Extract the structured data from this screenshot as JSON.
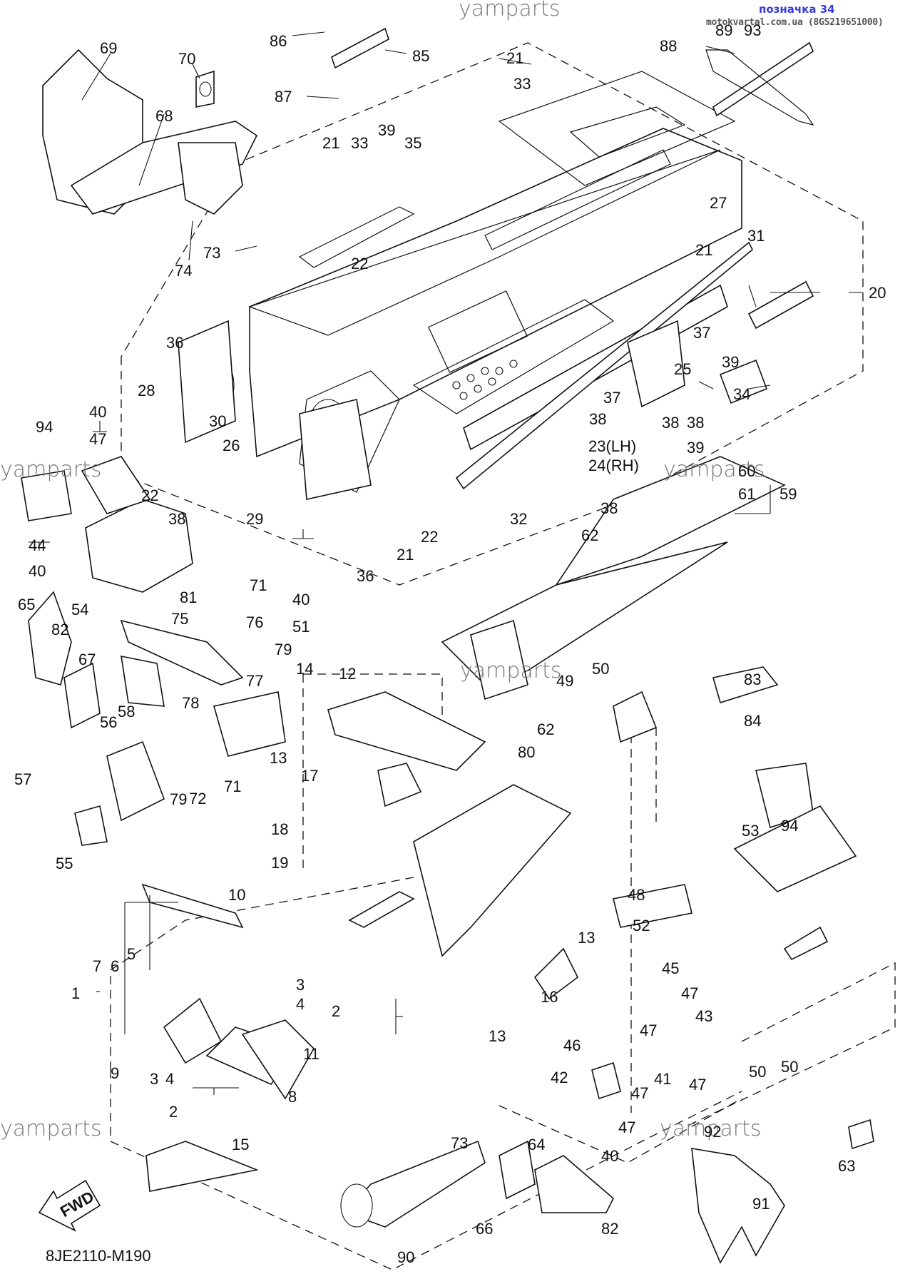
{
  "header": {
    "title": "позначка 34",
    "source": "motokvartal.com.ua (8GS219651000)"
  },
  "document_code": "8JE2110-M190",
  "fwd_label": "FWD",
  "watermark": "yamparts",
  "callouts": [
    {
      "id": "c86",
      "label": "86"
    },
    {
      "id": "c85",
      "label": "85"
    },
    {
      "id": "c87",
      "label": "87"
    },
    {
      "id": "c69",
      "label": "69"
    },
    {
      "id": "c70",
      "label": "70"
    },
    {
      "id": "c68",
      "label": "68"
    },
    {
      "id": "c73a",
      "label": "73"
    },
    {
      "id": "c74",
      "label": "74"
    },
    {
      "id": "c21a",
      "label": "21"
    },
    {
      "id": "c33a",
      "label": "33"
    },
    {
      "id": "c21b",
      "label": "21"
    },
    {
      "id": "c33b",
      "label": "33"
    },
    {
      "id": "c39a",
      "label": "39"
    },
    {
      "id": "c35",
      "label": "35"
    },
    {
      "id": "c88",
      "label": "88"
    },
    {
      "id": "c89",
      "label": "89"
    },
    {
      "id": "c93",
      "label": "93"
    },
    {
      "id": "c27",
      "label": "27"
    },
    {
      "id": "c21c",
      "label": "21"
    },
    {
      "id": "c31",
      "label": "31"
    },
    {
      "id": "c20",
      "label": "20"
    },
    {
      "id": "c22a",
      "label": "22"
    },
    {
      "id": "c36a",
      "label": "36"
    },
    {
      "id": "c37a",
      "label": "37"
    },
    {
      "id": "c25",
      "label": "25"
    },
    {
      "id": "c39b",
      "label": "39"
    },
    {
      "id": "c34",
      "label": "34"
    },
    {
      "id": "c37b",
      "label": "37"
    },
    {
      "id": "c38a",
      "label": "38"
    },
    {
      "id": "c38b",
      "label": "38"
    },
    {
      "id": "c39c",
      "label": "39"
    },
    {
      "id": "c23",
      "label": "23(LH)"
    },
    {
      "id": "c24",
      "label": "24(RH)"
    },
    {
      "id": "c28",
      "label": "28"
    },
    {
      "id": "c26",
      "label": "26"
    },
    {
      "id": "c30",
      "label": "30"
    },
    {
      "id": "c38c",
      "label": "38"
    },
    {
      "id": "c22b",
      "label": "22"
    },
    {
      "id": "c38d",
      "label": "38"
    },
    {
      "id": "c29",
      "label": "29"
    },
    {
      "id": "c32",
      "label": "32"
    },
    {
      "id": "c38e",
      "label": "38"
    },
    {
      "id": "c22c",
      "label": "22"
    },
    {
      "id": "c21d",
      "label": "21"
    },
    {
      "id": "c36b",
      "label": "36"
    },
    {
      "id": "c60",
      "label": "60"
    },
    {
      "id": "c61",
      "label": "61"
    },
    {
      "id": "c59",
      "label": "59"
    },
    {
      "id": "c62a",
      "label": "62"
    },
    {
      "id": "c94a",
      "label": "94"
    },
    {
      "id": "c40a",
      "label": "40"
    },
    {
      "id": "c47a",
      "label": "47"
    },
    {
      "id": "c44",
      "label": "44"
    },
    {
      "id": "c40b",
      "label": "40"
    },
    {
      "id": "c54",
      "label": "54"
    },
    {
      "id": "c65",
      "label": "65"
    },
    {
      "id": "c82a",
      "label": "82"
    },
    {
      "id": "c67",
      "label": "67"
    },
    {
      "id": "c81",
      "label": "81"
    },
    {
      "id": "c71a",
      "label": "71"
    },
    {
      "id": "c75",
      "label": "75"
    },
    {
      "id": "c76",
      "label": "76"
    },
    {
      "id": "c40c",
      "label": "40"
    },
    {
      "id": "c51",
      "label": "51"
    },
    {
      "id": "c79a",
      "label": "79"
    },
    {
      "id": "c77",
      "label": "77"
    },
    {
      "id": "c78",
      "label": "78"
    },
    {
      "id": "c56",
      "label": "56"
    },
    {
      "id": "c58",
      "label": "58"
    },
    {
      "id": "c57",
      "label": "57"
    },
    {
      "id": "c55",
      "label": "55"
    },
    {
      "id": "c79b",
      "label": "79"
    },
    {
      "id": "c72",
      "label": "72"
    },
    {
      "id": "c71b",
      "label": "71"
    },
    {
      "id": "c14",
      "label": "14"
    },
    {
      "id": "c12",
      "label": "12"
    },
    {
      "id": "c13a",
      "label": "13"
    },
    {
      "id": "c17",
      "label": "17"
    },
    {
      "id": "c18",
      "label": "18"
    },
    {
      "id": "c19",
      "label": "19"
    },
    {
      "id": "c10",
      "label": "10"
    },
    {
      "id": "c62b",
      "label": "62"
    },
    {
      "id": "c49",
      "label": "49"
    },
    {
      "id": "c50a",
      "label": "50"
    },
    {
      "id": "c80",
      "label": "80"
    },
    {
      "id": "c83",
      "label": "83"
    },
    {
      "id": "c84",
      "label": "84"
    },
    {
      "id": "c53",
      "label": "53"
    },
    {
      "id": "c94b",
      "label": "94"
    },
    {
      "id": "c48",
      "label": "48"
    },
    {
      "id": "c52",
      "label": "52"
    },
    {
      "id": "c13b",
      "label": "13"
    },
    {
      "id": "c16",
      "label": "16"
    },
    {
      "id": "c45",
      "label": "45"
    },
    {
      "id": "c47b",
      "label": "47"
    },
    {
      "id": "c43",
      "label": "43"
    },
    {
      "id": "c50b",
      "label": "50"
    },
    {
      "id": "c50c",
      "label": "50"
    },
    {
      "id": "c5",
      "label": "5"
    },
    {
      "id": "c7",
      "label": "7"
    },
    {
      "id": "c6",
      "label": "6"
    },
    {
      "id": "c1",
      "label": "1"
    },
    {
      "id": "c3a",
      "label": "3"
    },
    {
      "id": "c4a",
      "label": "4"
    },
    {
      "id": "c2a",
      "label": "2"
    },
    {
      "id": "c11",
      "label": "11"
    },
    {
      "id": "c9",
      "label": "9"
    },
    {
      "id": "c3b",
      "label": "3"
    },
    {
      "id": "c4b",
      "label": "4"
    },
    {
      "id": "c2b",
      "label": "2"
    },
    {
      "id": "c8",
      "label": "8"
    },
    {
      "id": "c13c",
      "label": "13"
    },
    {
      "id": "c47c",
      "label": "47"
    },
    {
      "id": "c41",
      "label": "41"
    },
    {
      "id": "c46",
      "label": "46"
    },
    {
      "id": "c47d",
      "label": "47"
    },
    {
      "id": "c42",
      "label": "42"
    },
    {
      "id": "c47e",
      "label": "47"
    },
    {
      "id": "c47f",
      "label": "47"
    },
    {
      "id": "c40d",
      "label": "40"
    },
    {
      "id": "c92",
      "label": "92"
    },
    {
      "id": "c63",
      "label": "63"
    },
    {
      "id": "c15",
      "label": "15"
    },
    {
      "id": "c73b",
      "label": "73"
    },
    {
      "id": "c64",
      "label": "64"
    },
    {
      "id": "c66",
      "label": "66"
    },
    {
      "id": "c82b",
      "label": "82"
    },
    {
      "id": "c90",
      "label": "90"
    },
    {
      "id": "c91",
      "label": "91"
    }
  ]
}
